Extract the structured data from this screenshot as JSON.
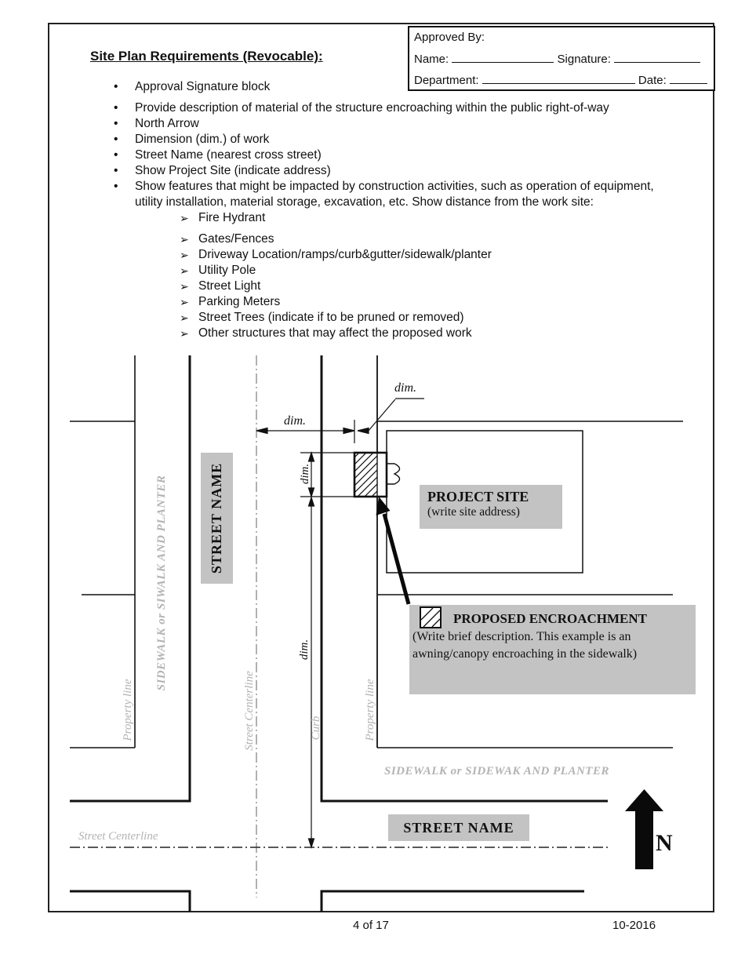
{
  "header": {
    "title": "Site Plan Requirements (Revocable):"
  },
  "approval": {
    "title": "Approved By:",
    "name_label": "Name:",
    "signature_label": "Signature:",
    "department_label": "Department:",
    "date_label": "Date:"
  },
  "list": {
    "bullet_char": "•",
    "arrow_char": "➢"
  },
  "requirements": [
    "Approval Signature block",
    "Provide description of material of the structure encroaching within the public right-of-way",
    "North Arrow",
    "Dimension (dim.) of work",
    "Street Name (nearest cross street)",
    "Show Project Site (indicate address)",
    "Show features that might be impacted by construction activities, such as operation of equipment, utility installation, material storage, excavation, etc.  Show distance from the work site:"
  ],
  "features": [
    "Fire Hydrant",
    "Gates/Fences",
    "Driveway Location/ramps/curb&gutter/sidewalk/planter",
    "Utility Pole",
    "Street Light",
    "Parking Meters",
    "Street Trees (indicate if to be pruned or removed)",
    "Other structures that may affect the proposed work"
  ],
  "diagram": {
    "labels": {
      "dim": "dim.",
      "street_name": "STREET NAME",
      "sidewalk_left": "SIDEWALK or SIWALK AND PLANTER",
      "sidewalk_bottom": "SIDEWALK or SIDEWAK AND PLANTER",
      "property_line": "Property line",
      "street_centerline": "Street Centerline",
      "curb": "Curb",
      "north": "N"
    },
    "project_site": {
      "title": "PROJECT SITE",
      "subtitle": "(write site address)"
    },
    "legend": {
      "title": "PROPOSED ENCROACHMENT",
      "desc_line1": "(Write brief description. This example is an",
      "desc_line2": "awning/canopy encroaching in the sidewalk)"
    }
  },
  "footer": {
    "page": "4 of 17",
    "date": "10-2016"
  },
  "colors": {
    "label_bg": "#c3c3c3",
    "muted_text": "#b3b3b3",
    "centerline_gray": "#8f8f8f"
  }
}
